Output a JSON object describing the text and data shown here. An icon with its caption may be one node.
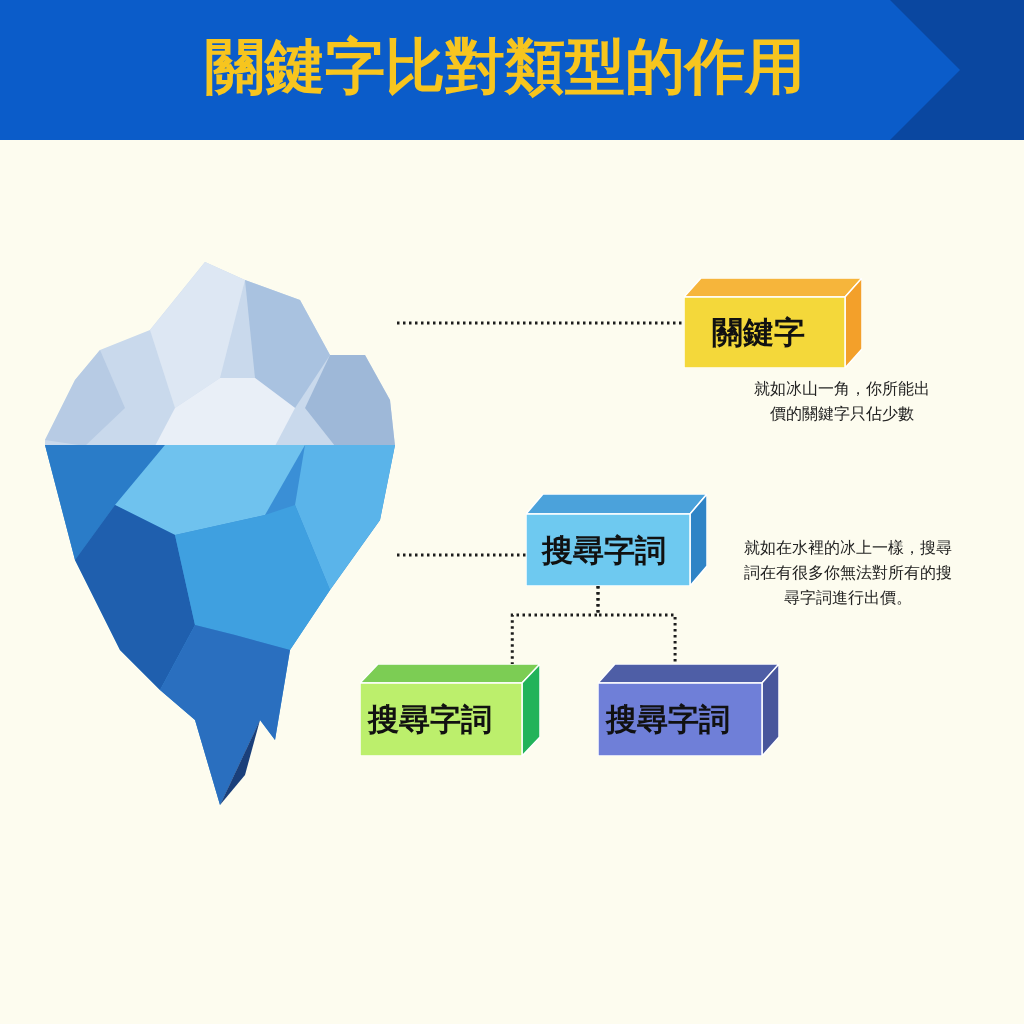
{
  "diagram": {
    "title": "關鍵字比對類型的作用",
    "nodes": [
      {
        "text": [],
        "shape": "picture"
      },
      {
        "text": [],
        "shape": "picture"
      },
      {
        "text": [
          "關鍵字"
        ],
        "beside": [
          "就如冰山一角，你所能出價的關鍵字只佔少數"
        ]
      },
      {
        "text": [
          "搜尋字詞"
        ],
        "beside": [
          "就如在水裡的冰上一樣，搜尋詞在有很多你無法對所有的搜尋字詞進行出價。"
        ]
      },
      {
        "text": [
          "搜尋字詞"
        ]
      },
      {
        "text": [
          "搜尋字詞"
        ]
      }
    ],
    "edges": [
      {
        "from": 0,
        "to": 2,
        "arrow": "none",
        "style": "dashed"
      },
      {
        "from": 1,
        "to": 3,
        "arrow": "none",
        "style": "dashed"
      },
      {
        "from": 3,
        "to": 4,
        "arrow": "none",
        "style": "dashed"
      },
      {
        "from": 3,
        "to": 5,
        "arrow": "none",
        "style": "dashed"
      }
    ]
  }
}
